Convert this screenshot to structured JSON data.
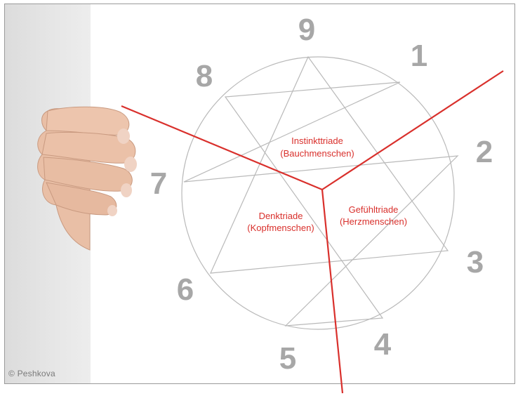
{
  "credit": "© Peshkova",
  "enneagram": {
    "points": [
      "1",
      "2",
      "3",
      "4",
      "5",
      "6",
      "7",
      "8",
      "9"
    ]
  },
  "triads": [
    {
      "line1": "Instinkttriade",
      "line2": "(Bauchmenschen)"
    },
    {
      "line1": "Gefühltriade",
      "line2": "(Herzmenschen)"
    },
    {
      "line1": "Denktriade",
      "line2": "(Kopfmenschen)"
    }
  ],
  "colors": {
    "divider": "#d9302c",
    "figure_lines": "#b9b9b9",
    "numerals": "#a7a7a7",
    "triad_text": "#d9302c"
  }
}
